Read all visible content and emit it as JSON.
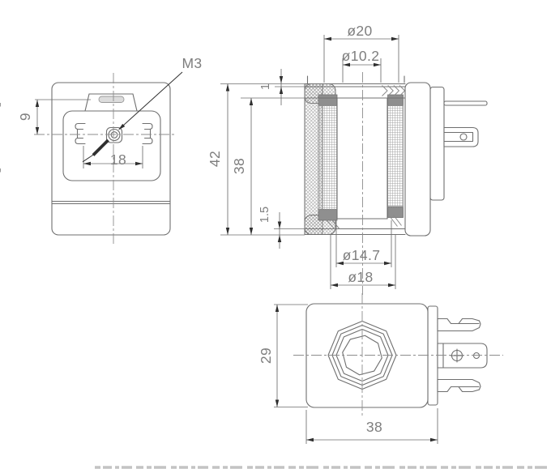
{
  "drawing": {
    "type": "technical-dimension-drawing",
    "subject": "solenoid-coil-three-views",
    "dimensions": {
      "thread": "M3",
      "slot_offset": "9",
      "contact_spacing": "18",
      "flange_diameter": "ø20",
      "hole_diameter": "ø10.2",
      "top_lip": "1",
      "overall_height": "42",
      "coil_height": "38",
      "bottom_lip": "1.5",
      "bore_diameter": "ø14.7",
      "tube_diameter": "ø18",
      "body_height": "29",
      "body_width": "38"
    },
    "colors": {
      "background": "#ffffff",
      "object_line": "#6f6f6f",
      "dimension_line": "#6e6e6e",
      "centerline": "#8d8d8d",
      "arrow": "#2f2f2f",
      "text": "#7e7e7e",
      "hatch": "#9b9b9b",
      "winding_cap": "#8f8f8f"
    }
  }
}
